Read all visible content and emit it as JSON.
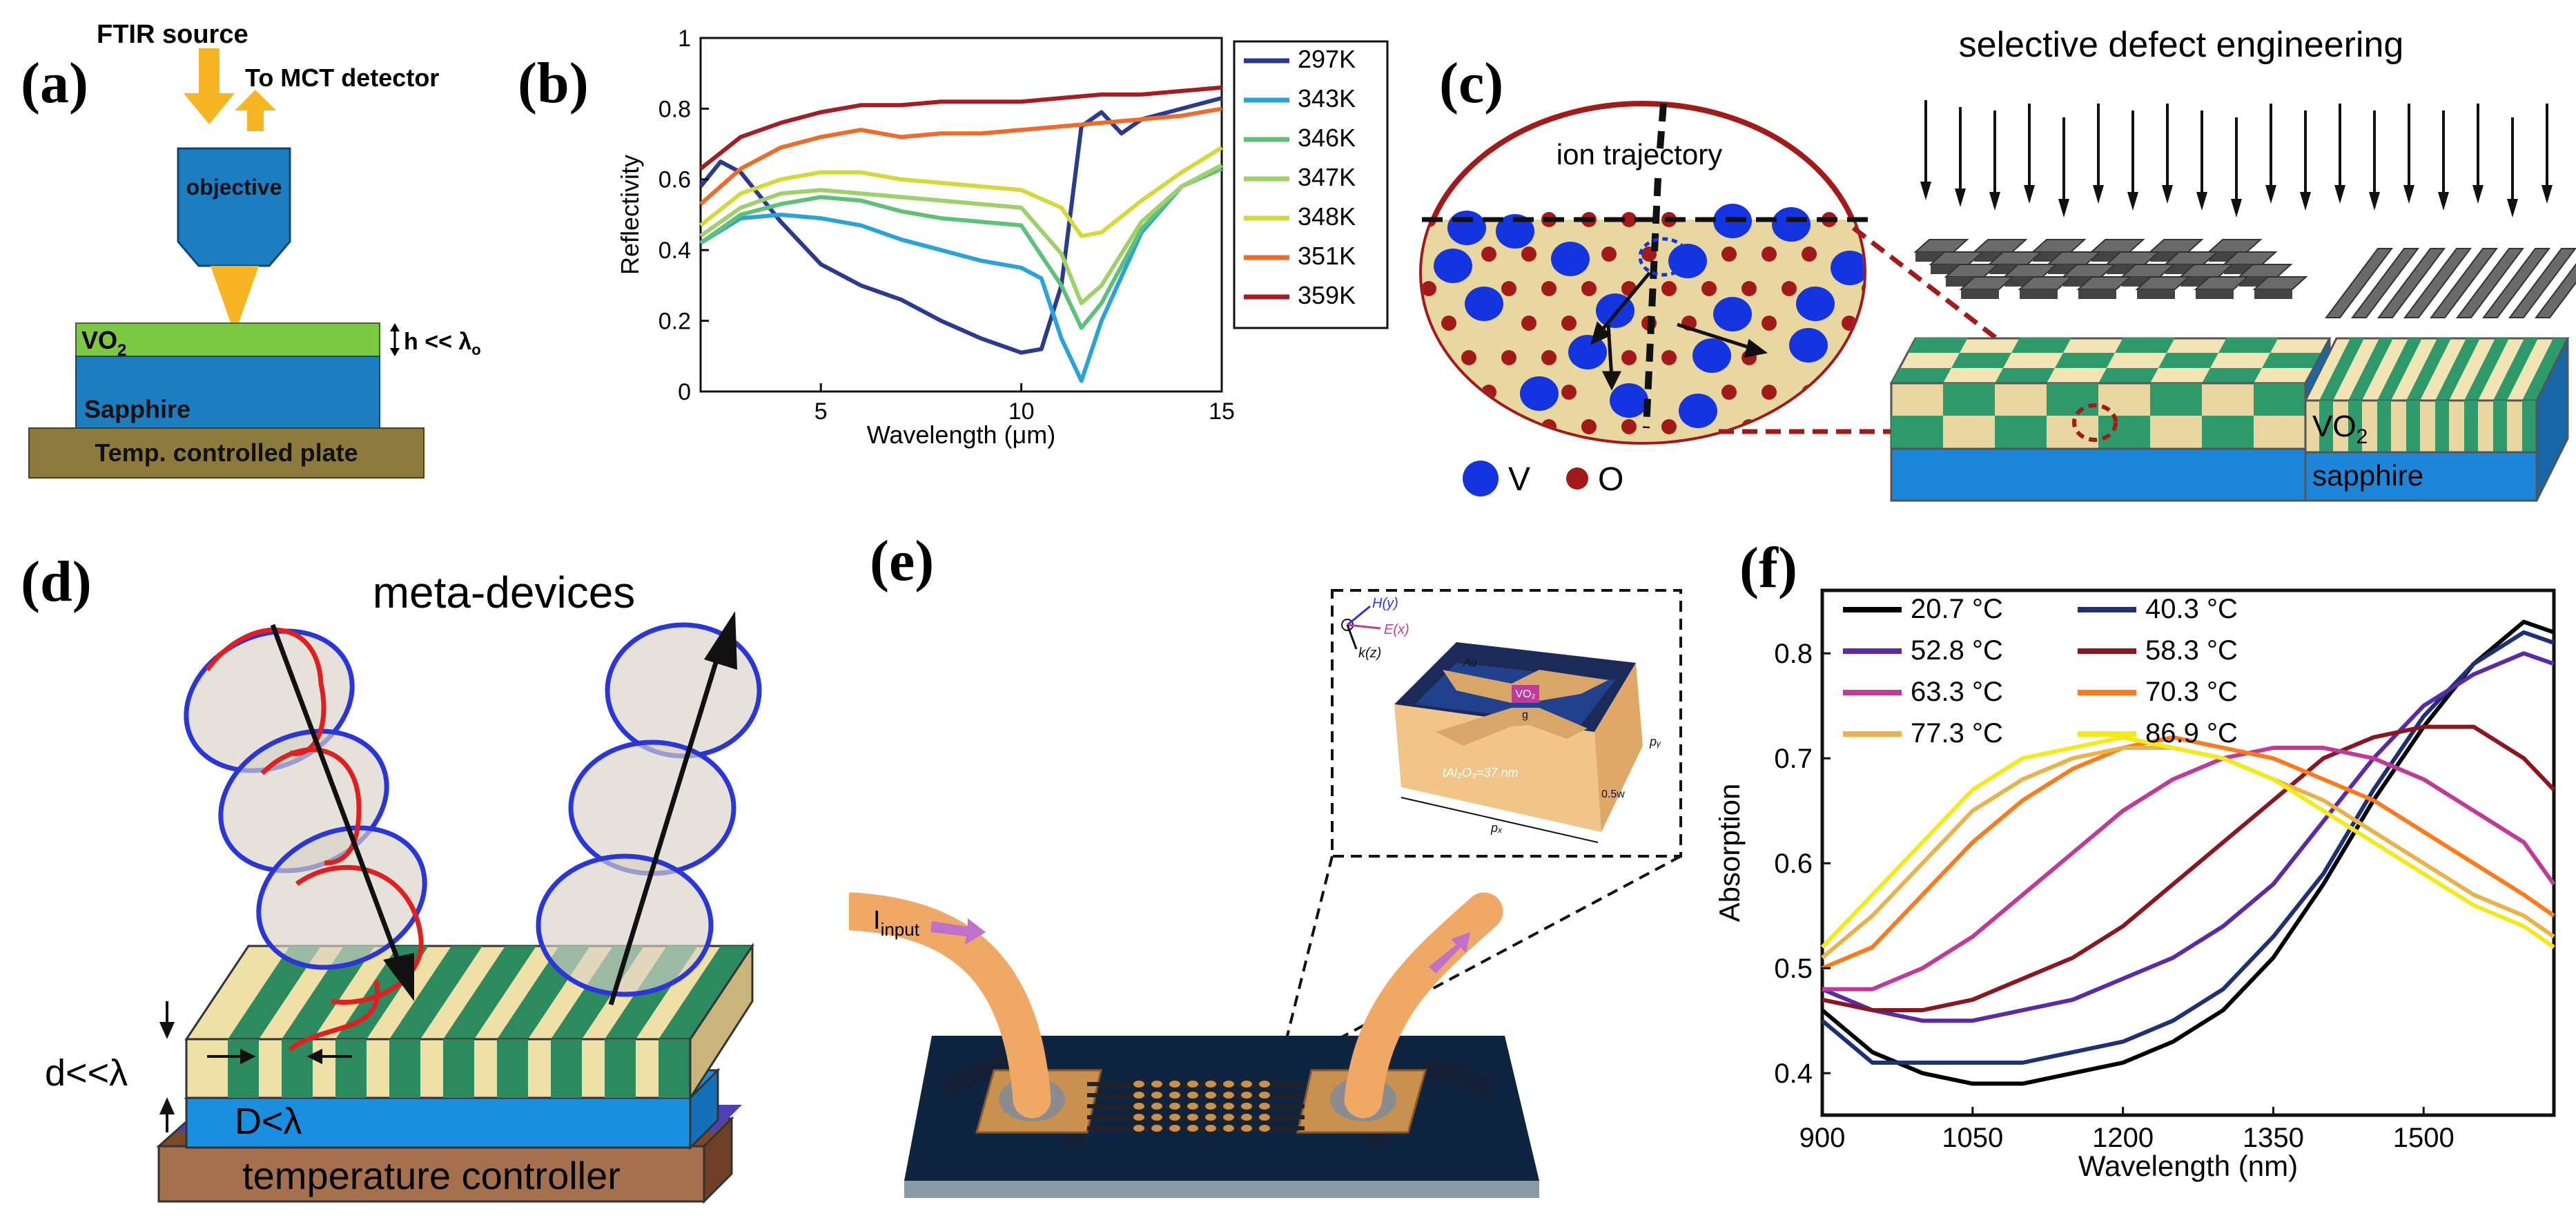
{
  "panel_labels": {
    "a": "(a)",
    "b": "(b)",
    "c": "(c)",
    "d": "(d)",
    "e": "(e)",
    "f": "(f)"
  },
  "panel_a": {
    "source": "FTIR source",
    "detector": "To MCT detector",
    "objective": "objective",
    "film_base": "VO",
    "film_sub": "2",
    "thickness_h": "h << λ",
    "thickness_sub": "o",
    "substrate": "Sapphire",
    "plate": "Temp. controlled plate"
  },
  "panel_b": {
    "chart_data": {
      "type": "line",
      "xlabel": "Wavelength (μm)",
      "ylabel": "Reflectivity",
      "xlim": [
        2,
        15
      ],
      "ylim": [
        0,
        1
      ],
      "xticks": [
        "5",
        "10",
        "15"
      ],
      "yticks": [
        "0",
        "0.2",
        "0.4",
        "0.6",
        "0.8",
        "1"
      ],
      "legend_position": "outside-right",
      "series": [
        {
          "name": "297K",
          "color": "#2b3a8f",
          "x": [
            2,
            2.5,
            3,
            4,
            5,
            6,
            7,
            8,
            9,
            10,
            10.5,
            11,
            11.5,
            12,
            12.5,
            13,
            14,
            15
          ],
          "y": [
            0.58,
            0.65,
            0.62,
            0.48,
            0.36,
            0.3,
            0.26,
            0.2,
            0.15,
            0.11,
            0.12,
            0.3,
            0.75,
            0.79,
            0.73,
            0.77,
            0.8,
            0.83
          ]
        },
        {
          "name": "343K",
          "color": "#2aa3d8",
          "x": [
            2,
            3,
            4,
            5,
            6,
            7,
            8,
            9,
            10,
            10.5,
            11,
            11.5,
            12,
            13,
            14,
            15
          ],
          "y": [
            0.42,
            0.49,
            0.5,
            0.49,
            0.47,
            0.43,
            0.4,
            0.37,
            0.35,
            0.32,
            0.15,
            0.03,
            0.2,
            0.45,
            0.58,
            0.64
          ]
        },
        {
          "name": "346K",
          "color": "#5fc07a",
          "x": [
            2,
            3,
            4,
            5,
            6,
            7,
            8,
            9,
            10,
            11,
            11.5,
            12,
            13,
            14,
            15
          ],
          "y": [
            0.42,
            0.5,
            0.53,
            0.55,
            0.54,
            0.51,
            0.49,
            0.48,
            0.47,
            0.3,
            0.18,
            0.25,
            0.46,
            0.58,
            0.63
          ]
        },
        {
          "name": "347K",
          "color": "#9fd06a",
          "x": [
            2,
            3,
            4,
            5,
            6,
            7,
            8,
            9,
            10,
            11,
            11.5,
            12,
            13,
            14,
            15
          ],
          "y": [
            0.44,
            0.52,
            0.56,
            0.57,
            0.56,
            0.55,
            0.54,
            0.53,
            0.52,
            0.39,
            0.25,
            0.3,
            0.48,
            0.58,
            0.64
          ]
        },
        {
          "name": "348K",
          "color": "#d3d93a",
          "x": [
            2,
            3,
            4,
            5,
            6,
            7,
            8,
            9,
            10,
            11,
            11.5,
            12,
            13,
            14,
            15
          ],
          "y": [
            0.47,
            0.56,
            0.6,
            0.62,
            0.62,
            0.6,
            0.59,
            0.58,
            0.57,
            0.52,
            0.44,
            0.45,
            0.54,
            0.62,
            0.69
          ]
        },
        {
          "name": "351K",
          "color": "#f06a2a",
          "x": [
            2,
            3,
            4,
            5,
            6,
            7,
            8,
            9,
            10,
            11,
            12,
            13,
            14,
            15
          ],
          "y": [
            0.53,
            0.63,
            0.69,
            0.72,
            0.74,
            0.72,
            0.73,
            0.73,
            0.74,
            0.75,
            0.76,
            0.77,
            0.78,
            0.8
          ]
        },
        {
          "name": "359K",
          "color": "#a51d24",
          "x": [
            2,
            3,
            4,
            5,
            6,
            7,
            8,
            9,
            10,
            11,
            12,
            13,
            14,
            15
          ],
          "y": [
            0.63,
            0.72,
            0.76,
            0.79,
            0.81,
            0.81,
            0.82,
            0.82,
            0.82,
            0.83,
            0.84,
            0.84,
            0.85,
            0.86
          ]
        }
      ]
    }
  },
  "panel_c": {
    "title": "selective defect engineering",
    "ion_label": "ion trajectory",
    "legend_v": "V",
    "legend_o": "O",
    "film_base": "VO",
    "film_sub": "2",
    "substrate": "sapphire",
    "colors": {
      "vanadium": "#1434e0",
      "oxygen": "#a31a1a",
      "film_tan": "#e8d7a0",
      "film_green": "#2e9a6c",
      "substrate": "#1d86d8"
    }
  },
  "panel_d": {
    "title": "meta-devices",
    "thickness": "d<<λ",
    "period": "D<λ",
    "controller": "temperature controller"
  },
  "panel_e": {
    "input_label": "I",
    "input_sub": "input",
    "inset": {
      "h": "H(y)",
      "e": "E(x)",
      "k": "k(z)",
      "au": "Au",
      "vo2": "VO₂",
      "g": "g",
      "t": "tAl₂O₃=37 nm",
      "w": "0.5w",
      "px": "pₓ",
      "py": "pᵧ"
    }
  },
  "panel_f": {
    "chart_data": {
      "type": "line",
      "xlabel": "Wavelength (nm)",
      "ylabel": "Absorption",
      "xlim": [
        900,
        1630
      ],
      "ylim": [
        0.36,
        0.86
      ],
      "xticks": [
        "900",
        "1050",
        "1200",
        "1350",
        "1500"
      ],
      "yticks": [
        "0.4",
        "0.5",
        "0.6",
        "0.7",
        "0.8"
      ],
      "legend_position": "top-left",
      "series": [
        {
          "name": "20.7 °C",
          "color": "#000000",
          "x": [
            900,
            950,
            1000,
            1050,
            1100,
            1150,
            1200,
            1250,
            1300,
            1350,
            1400,
            1450,
            1500,
            1550,
            1600,
            1630
          ],
          "y": [
            0.46,
            0.42,
            0.4,
            0.39,
            0.39,
            0.4,
            0.41,
            0.43,
            0.46,
            0.51,
            0.58,
            0.66,
            0.73,
            0.79,
            0.83,
            0.82
          ]
        },
        {
          "name": "40.3 °C",
          "color": "#1f2f78",
          "x": [
            900,
            950,
            1000,
            1050,
            1100,
            1150,
            1200,
            1250,
            1300,
            1350,
            1400,
            1450,
            1500,
            1550,
            1600,
            1630
          ],
          "y": [
            0.45,
            0.41,
            0.41,
            0.41,
            0.41,
            0.42,
            0.43,
            0.45,
            0.48,
            0.53,
            0.59,
            0.67,
            0.74,
            0.79,
            0.82,
            0.81
          ]
        },
        {
          "name": "52.8 °C",
          "color": "#5a2aa8",
          "x": [
            900,
            950,
            1000,
            1050,
            1100,
            1150,
            1200,
            1250,
            1300,
            1350,
            1400,
            1450,
            1500,
            1550,
            1600,
            1630
          ],
          "y": [
            0.48,
            0.46,
            0.45,
            0.45,
            0.46,
            0.47,
            0.49,
            0.51,
            0.54,
            0.58,
            0.64,
            0.7,
            0.75,
            0.78,
            0.8,
            0.79
          ]
        },
        {
          "name": "58.3 °C",
          "color": "#8b1620",
          "x": [
            900,
            950,
            1000,
            1050,
            1100,
            1150,
            1200,
            1250,
            1300,
            1350,
            1400,
            1450,
            1500,
            1550,
            1600,
            1630
          ],
          "y": [
            0.47,
            0.46,
            0.46,
            0.47,
            0.49,
            0.51,
            0.54,
            0.58,
            0.62,
            0.66,
            0.7,
            0.72,
            0.73,
            0.73,
            0.7,
            0.67
          ]
        },
        {
          "name": "63.3 °C",
          "color": "#c03a9a",
          "x": [
            900,
            950,
            1000,
            1050,
            1100,
            1150,
            1200,
            1250,
            1300,
            1350,
            1400,
            1450,
            1500,
            1550,
            1600,
            1630
          ],
          "y": [
            0.48,
            0.48,
            0.5,
            0.53,
            0.57,
            0.61,
            0.65,
            0.68,
            0.7,
            0.71,
            0.71,
            0.7,
            0.68,
            0.65,
            0.62,
            0.58
          ]
        },
        {
          "name": "70.3 °C",
          "color": "#ff7a1a",
          "x": [
            900,
            950,
            1000,
            1050,
            1100,
            1150,
            1200,
            1250,
            1300,
            1350,
            1400,
            1450,
            1500,
            1550,
            1600,
            1630
          ],
          "y": [
            0.5,
            0.52,
            0.57,
            0.62,
            0.66,
            0.69,
            0.71,
            0.72,
            0.71,
            0.7,
            0.68,
            0.66,
            0.63,
            0.6,
            0.57,
            0.55
          ]
        },
        {
          "name": "77.3 °C",
          "color": "#e8b34a",
          "x": [
            900,
            950,
            1000,
            1050,
            1100,
            1150,
            1200,
            1250,
            1300,
            1350,
            1400,
            1450,
            1500,
            1550,
            1600,
            1630
          ],
          "y": [
            0.51,
            0.55,
            0.6,
            0.65,
            0.68,
            0.7,
            0.71,
            0.71,
            0.7,
            0.68,
            0.66,
            0.63,
            0.6,
            0.57,
            0.55,
            0.53
          ]
        },
        {
          "name": "86.9 °C",
          "color": "#f2ea1a",
          "x": [
            900,
            950,
            1000,
            1050,
            1100,
            1150,
            1200,
            1250,
            1300,
            1350,
            1400,
            1450,
            1500,
            1550,
            1600,
            1630
          ],
          "y": [
            0.52,
            0.57,
            0.62,
            0.67,
            0.7,
            0.71,
            0.72,
            0.71,
            0.7,
            0.68,
            0.65,
            0.62,
            0.59,
            0.56,
            0.54,
            0.52
          ]
        }
      ]
    }
  }
}
